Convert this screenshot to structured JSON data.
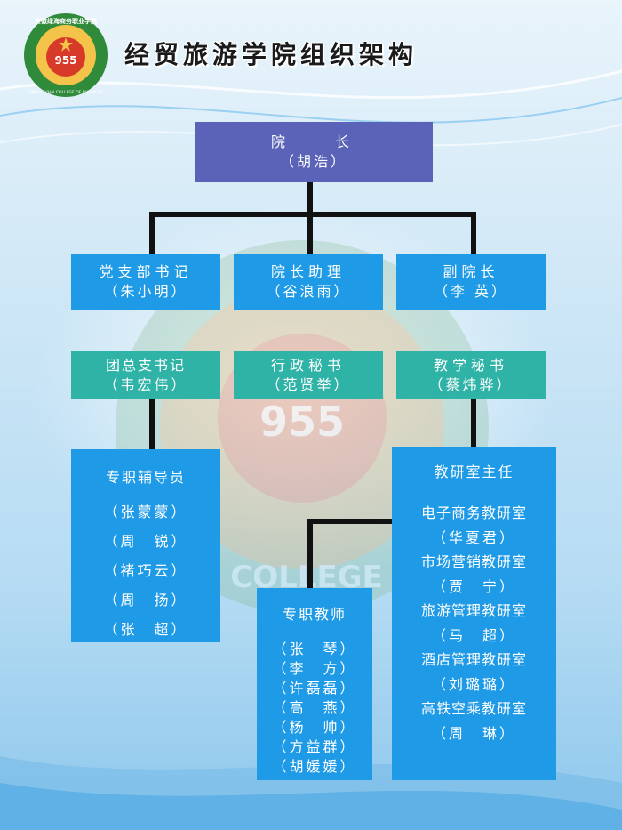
{
  "header": {
    "title": "经贸旅游学院组织架构",
    "logo_text_top": "安徽绿海商务职业学院",
    "logo_text_bottom": "ANHUI LVHAI COLLEGE OF BUSINESS",
    "logo_number": "955"
  },
  "watermark": {
    "number": "955",
    "text": "AI COLLEGE O"
  },
  "colors": {
    "blue": "#1f9ae6",
    "teal": "#2eb3a6",
    "purple": "#5a63b8",
    "line": "#111111"
  },
  "dean": {
    "title": "院　　长",
    "name": "（胡浩）"
  },
  "row1": [
    {
      "title": "党支部书记",
      "name": "（朱小明）"
    },
    {
      "title": "院长助理",
      "name": "（谷浪雨）"
    },
    {
      "title": "副院长",
      "name": "（李 英）"
    }
  ],
  "row2": [
    {
      "title": "团总支书记",
      "name": "（韦宏伟）"
    },
    {
      "title": "行政秘书",
      "name": "（范贤举）"
    },
    {
      "title": "教学秘书",
      "name": "（蔡炜骅）"
    }
  ],
  "counselors": {
    "title": "专职辅导员",
    "items": [
      "（张蒙蒙）",
      "（周　锐）",
      "（褚巧云）",
      "（周　扬）",
      "（张　超）"
    ]
  },
  "teachers": {
    "title": "专职教师",
    "items": [
      "（张　琴）",
      "（李　方）",
      "（许磊磊）",
      "（高　燕）",
      "（杨　帅）",
      "（方益群）",
      "（胡媛媛）"
    ]
  },
  "research": {
    "title": "教研室主任",
    "items": [
      "电子商务教研室",
      "（华夏君）",
      "市场营销教研室",
      "（贾　宁）",
      "旅游管理教研室",
      "（马　超）",
      "酒店管理教研室",
      "（刘璐璐）",
      "高铁空乘教研室",
      "（周　琳）"
    ]
  }
}
